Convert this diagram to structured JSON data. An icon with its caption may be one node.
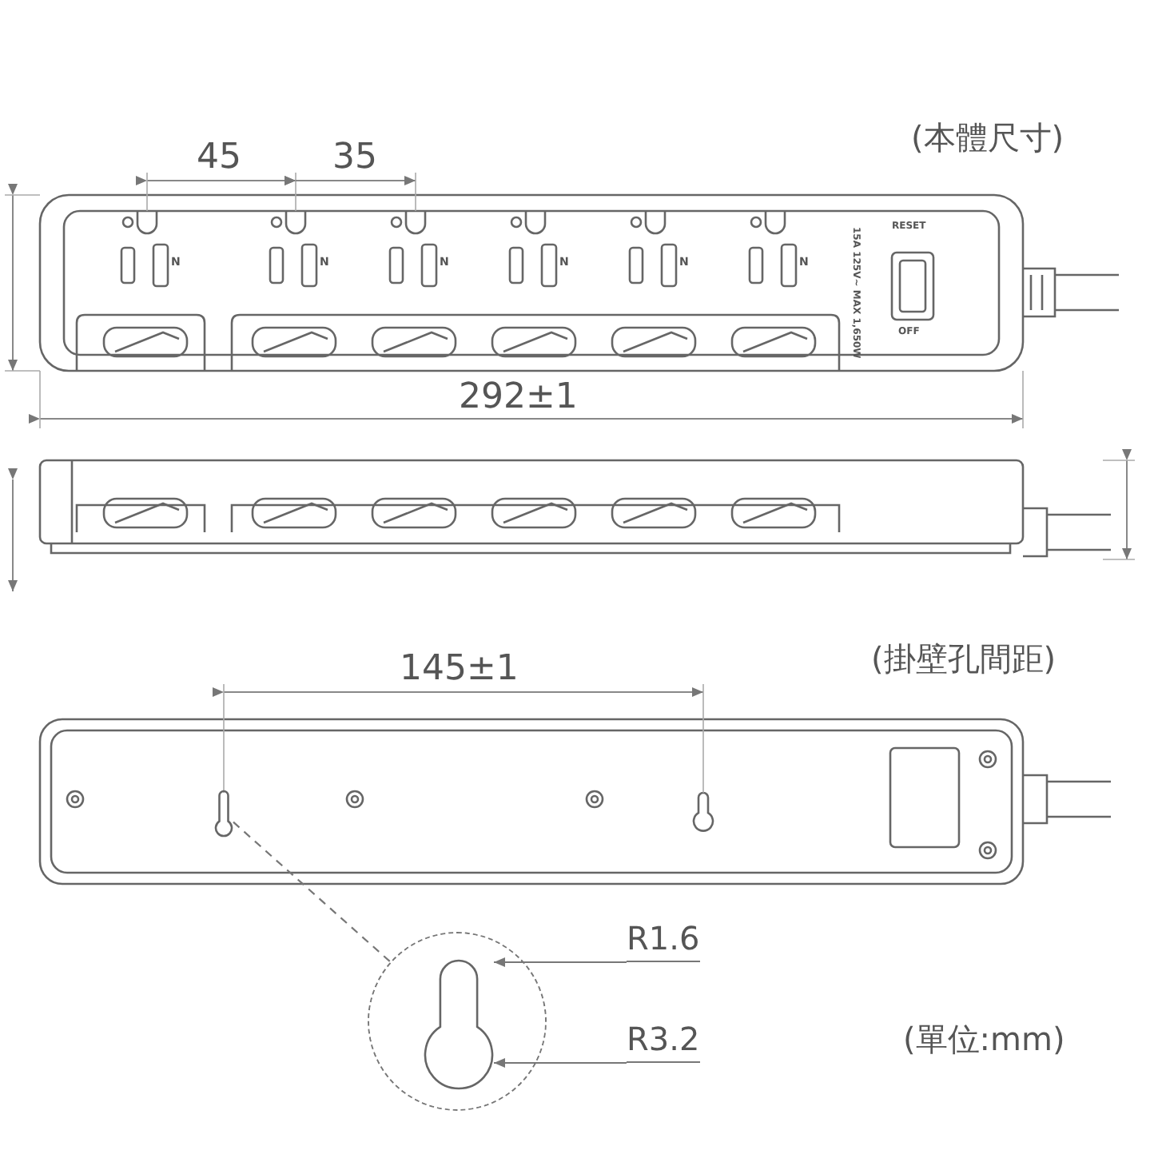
{
  "diagram": {
    "nodes": [
      {
        "text": [],
        "shape": "picture"
      },
      {
        "text": [],
        "shape": "circle"
      },
      {
        "text": [],
        "shape": "picture",
        "in": 1
      },
      {
        "text": [
          "R1.6"
        ]
      },
      {
        "text": [
          "R3.2"
        ]
      }
    ],
    "edges": [
      {
        "from": 0,
        "to": 1,
        "arrow": "none",
        "style": "dashed"
      },
      {
        "from": 3,
        "to": 2,
        "arrow": "to"
      },
      {
        "from": 4,
        "to": 2,
        "arrow": "to"
      }
    ],
    "labels": [
      "(本體尺寸)",
      "45",
      "35",
      "RESET",
      "N",
      "N",
      "N",
      "N",
      "N",
      "N",
      "15A 125V~ MAX 1,650W",
      "OFF",
      "292±1",
      "145±1",
      "(掛壁孔間距)",
      "(單位:mm)"
    ]
  }
}
